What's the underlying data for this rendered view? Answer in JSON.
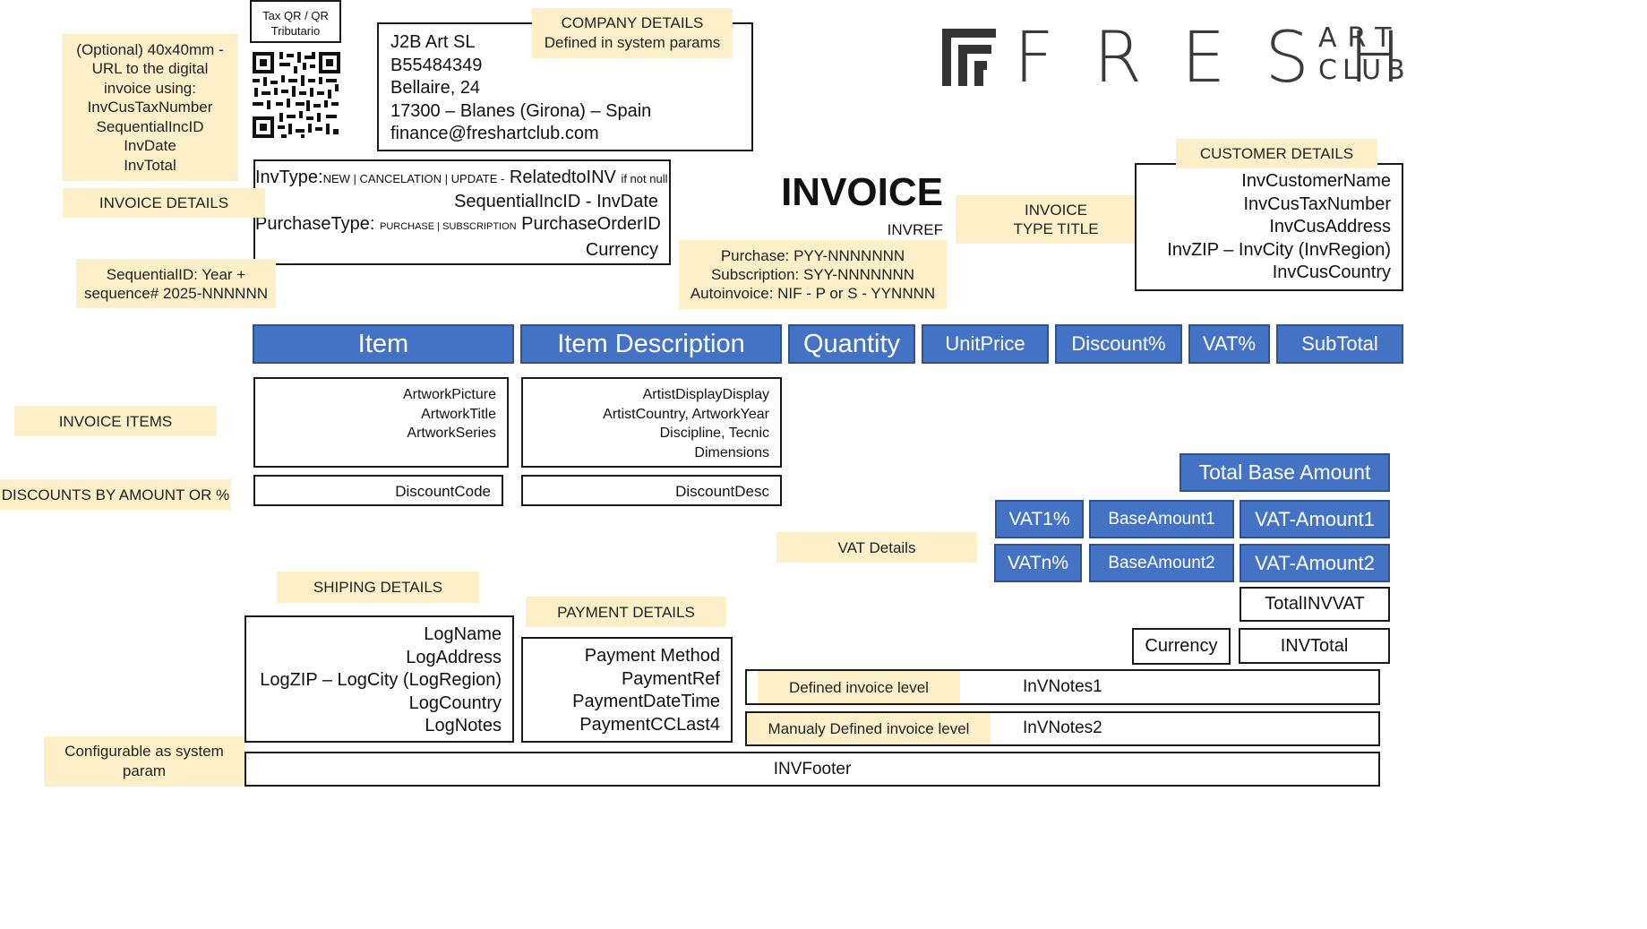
{
  "qr": {
    "label_line1": "Tax QR / QR",
    "label_line2": "Tributario"
  },
  "company": {
    "note_line1": "COMPANY DETAILS",
    "note_line2": "Defined in system params",
    "name": "J2B Art SL",
    "tax_id": "B55484349",
    "street": "Bellaire, 24",
    "city": "17300 – Blanes (Girona) – Spain",
    "email": "finance@freshartclub.com"
  },
  "logo": {
    "main": "FRESH",
    "side_top": "ART",
    "side_bottom": "CLUB"
  },
  "notes": {
    "qr_optional": [
      "(Optional) 40x40mm -",
      "URL to the digital",
      "invoice using:",
      "InvCusTaxNumber",
      "SequentialIncID",
      "InvDate",
      "InvTotal"
    ],
    "invoice_details": "INVOICE DETAILS",
    "sequential_id": [
      "SequentialID: Year +",
      "sequence# 2025-NNNNNN"
    ],
    "invoice_type_title": [
      "INVOICE",
      "TYPE TITLE"
    ],
    "purchase_codes": [
      "Purchase: PYY-NNNNNNN",
      "Subscription: SYY-NNNNNNN",
      "Autoinvoice: NIF - P or S - YYNNNN"
    ],
    "customer_details": "CUSTOMER DETAILS",
    "invoice_items": "INVOICE ITEMS",
    "discounts": "DISCOUNTS BY AMOUNT OR %",
    "vat_details": "VAT Details",
    "shipping_details": "SHIPING DETAILS",
    "payment_details": "PAYMENT DETAILS",
    "configurable": [
      "Configurable as system",
      "param"
    ]
  },
  "invoice_box": {
    "invtype_label": "InvType:",
    "invtype_options": "NEW | CANCELATION | UPDATE -",
    "related": "RelatedtoINV",
    "if_not_null": "if not null",
    "line2": "SequentialIncID - InvDate",
    "purchase_label": "PurchaseType:",
    "purchase_options": "PURCHASE | SUBSCRIPTION",
    "purchase_order": "PurchaseOrderID",
    "currency": "Currency"
  },
  "title": {
    "main": "INVOICE",
    "ref": "INVREF"
  },
  "customer": [
    "InvCustomerName",
    "InvCusTaxNumber",
    "InvCusAddress",
    "InvZIP – InvCity (InvRegion)",
    "InvCusCountry"
  ],
  "columns": [
    "Item",
    "Item Description",
    "Quantity",
    "UnitPrice",
    "Discount%",
    "VAT%",
    "SubTotal"
  ],
  "item_cell": [
    "ArtworkPicture",
    "ArtworkTitle",
    "ArtworkSeries"
  ],
  "desc_cell": [
    "ArtistDisplayDisplay",
    "ArtistCountry, ArtworkYear",
    "Discipline, Tecnic",
    "Dimensions"
  ],
  "discount_code": "DiscountCode",
  "discount_desc": "DiscountDesc",
  "totals": {
    "total_base": "Total Base Amount",
    "vat1": "VAT1%",
    "base1": "BaseAmount1",
    "vatamount1": "VAT-Amount1",
    "vatn": "VATn%",
    "base2": "BaseAmount2",
    "vatamount2": "VAT-Amount2",
    "total_inv_vat": "TotalINVVAT",
    "currency": "Currency",
    "inv_total": "INVTotal"
  },
  "shipping": [
    "LogName",
    "LogAddress",
    "LogZIP – LogCity (LogRegion)",
    "LogCountry",
    "LogNotes"
  ],
  "payment": [
    "Payment Method",
    "PaymentRef",
    "PaymentDateTime",
    "PaymentCCLast4"
  ],
  "footer_notes": {
    "level1_label": "Defined invoice level",
    "level1_value": "InVNotes1",
    "level2_label": "Manualy Defined invoice level",
    "level2_value": "InVNotes2",
    "footer": "INVFooter"
  }
}
